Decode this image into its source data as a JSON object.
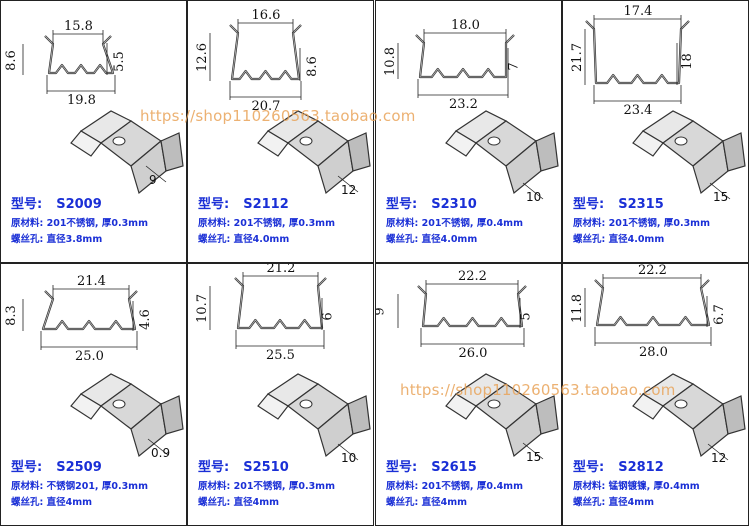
{
  "watermark": "https://shop110260563.taobao.com",
  "labels": {
    "model": "型号:",
    "material": "原材料:",
    "screw_hole": "螺丝孔:"
  },
  "items": [
    {
      "code": "S2009",
      "material": "201不锈钢, 厚0.3mm",
      "hole": "直径3.8mm",
      "top": "15.8",
      "bottom": "19.8",
      "left_h": "8.6",
      "right_h": "5.5",
      "clip": "9"
    },
    {
      "code": "S2112",
      "material": "201不锈钢, 厚0.3mm",
      "hole": "直径4.0mm",
      "top": "16.6",
      "bottom": "20.7",
      "left_h": "12.6",
      "right_h": "8.6",
      "clip": "12"
    },
    {
      "code": "S2310",
      "material": "201不锈钢, 厚0.4mm",
      "hole": "直径4.0mm",
      "top": "18.0",
      "bottom": "23.2",
      "left_h": "10.8",
      "right_h": "7",
      "clip": "10"
    },
    {
      "code": "S2315",
      "material": "201不锈钢, 厚0.3mm",
      "hole": "直径4.0mm",
      "top": "17.4",
      "bottom": "23.4",
      "left_h": "21.7",
      "right_h": "18",
      "clip": "15"
    },
    {
      "code": "S2509",
      "material": "不锈钢201, 厚0.3mm",
      "hole": "直径4mm",
      "top": "21.4",
      "bottom": "25.0",
      "left_h": "8.3",
      "right_h": "4.6",
      "clip": "0.9"
    },
    {
      "code": "S2510",
      "material": "201不锈钢, 厚0.3mm",
      "hole": "直径4mm",
      "top": "21.2",
      "bottom": "25.5",
      "left_h": "10.7",
      "right_h": "6",
      "clip": "10"
    },
    {
      "code": "S2615",
      "material": "201不锈钢, 厚0.4mm",
      "hole": "直径4mm",
      "top": "22.2",
      "bottom": "26.0",
      "left_h": "9",
      "right_h": "5",
      "clip": "15"
    },
    {
      "code": "S2812",
      "material": "锰钢镀镍, 厚0.4mm",
      "hole": "直径4mm",
      "top": "22.2",
      "bottom": "28.0",
      "left_h": "11.8",
      "right_h": "6.7",
      "clip": "12"
    }
  ]
}
